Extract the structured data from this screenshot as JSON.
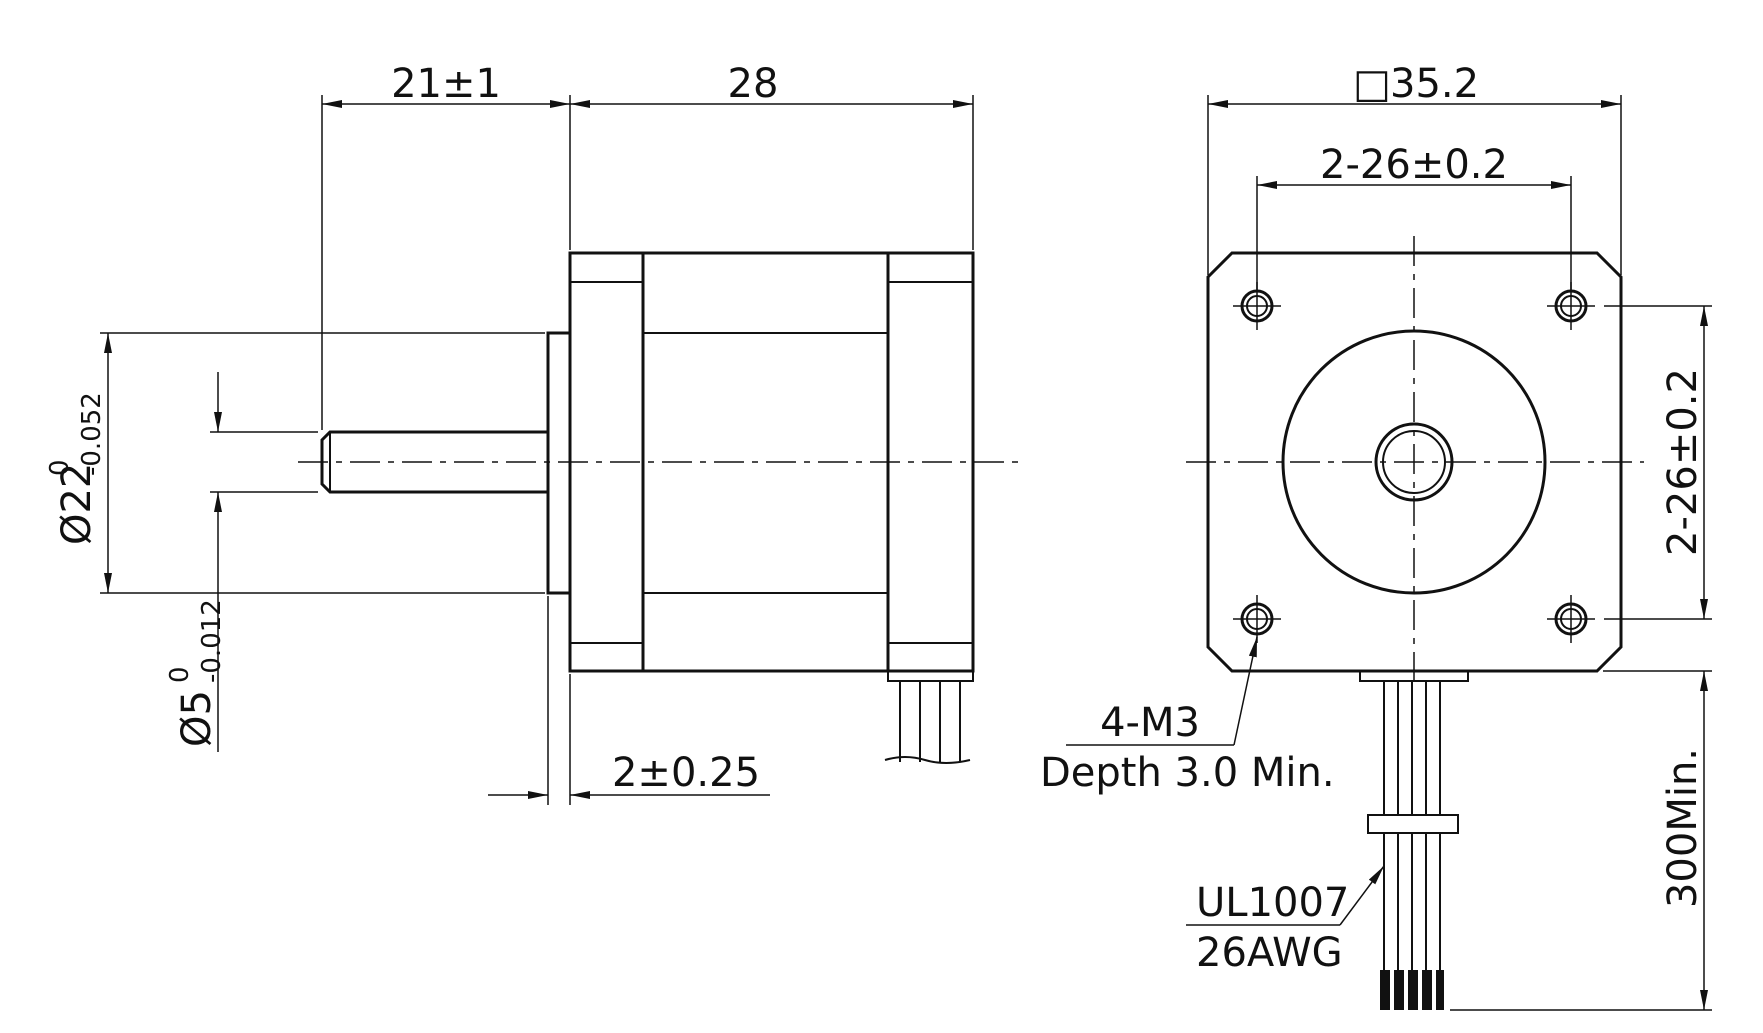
{
  "side_view": {
    "dim_shaft_length": "21±1",
    "dim_body_length": "28",
    "dim_boss_height": "2±0.25",
    "dim_boss_dia_main": "Ø22",
    "dim_boss_dia_upper": "0",
    "dim_boss_dia_lower": "-0.052",
    "dim_shaft_dia_main": "Ø5",
    "dim_shaft_dia_upper": "0",
    "dim_shaft_dia_lower": "-0.012"
  },
  "front_view": {
    "dim_square_symbol": "□",
    "dim_square": "35.2",
    "dim_hole_spacing_h": "2-26±0.2",
    "dim_hole_spacing_v": "2-26±0.2",
    "hole_callout_line1": "4-M3",
    "hole_callout_line2": "Depth 3.0 Min.",
    "wire_callout_line1": "UL1007",
    "wire_callout_line2": "26AWG",
    "dim_lead_length": "300Min."
  }
}
